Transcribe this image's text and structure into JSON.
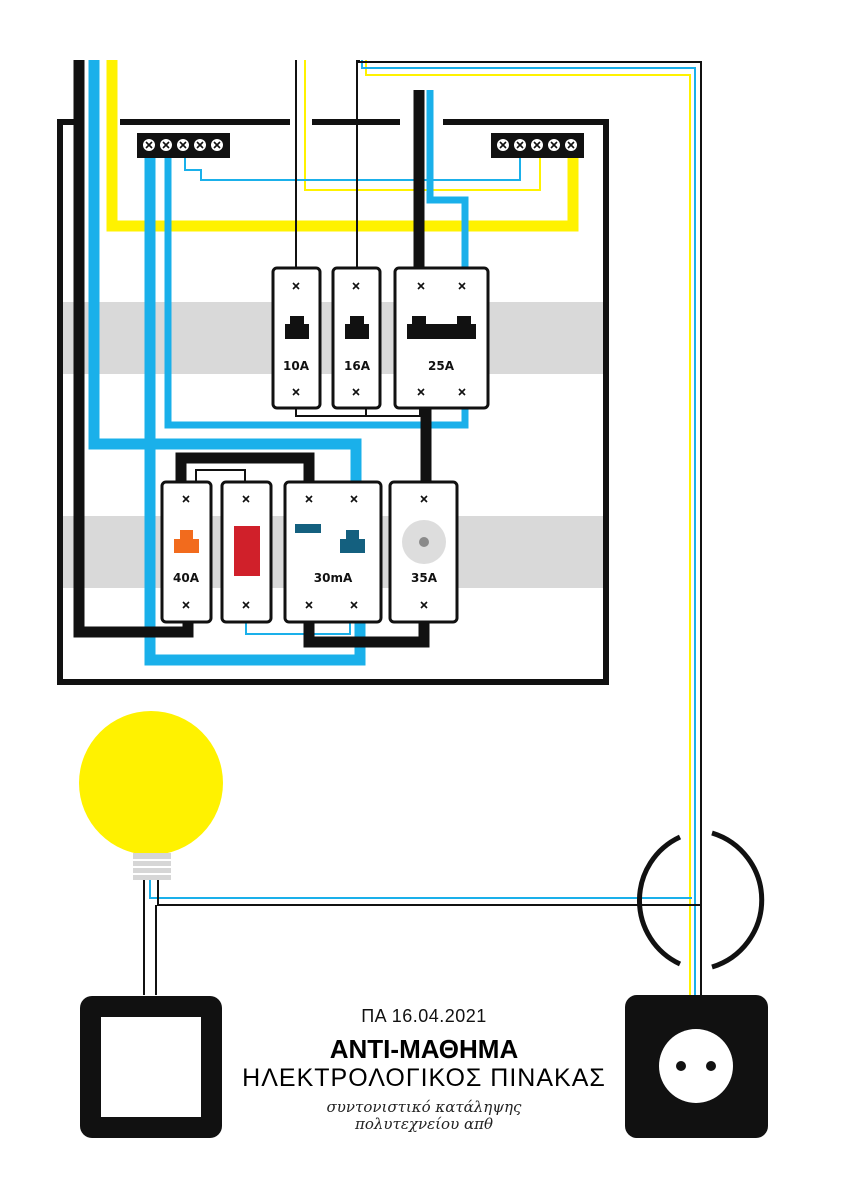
{
  "event": {
    "date": "ΠΑ 16.04.2021",
    "title": "ΑΝΤΙ-ΜΑΘΗΜΑ",
    "subtitle": "ΗΛΕΚΤΡΟΛΟΓΙΚΟΣ ΠΙΝΑΚΑΣ",
    "organizer_line1": "συντονιστικό κατάληψης",
    "organizer_line2": "πολυτεχνείου απθ"
  },
  "breakers": {
    "b10": "10A",
    "b16": "16A",
    "b25": "25A",
    "main40": "40A",
    "rcd30": "30mA",
    "meter35": "35A"
  },
  "icons": {
    "lamp": "light-bulb-icon",
    "switch": "light-switch-icon",
    "socket": "power-socket-icon",
    "junction": "junction-box-icon"
  },
  "colors": {
    "live": "#111111",
    "neutral": "#1ab0ea",
    "earth": "#fff200",
    "rail": "#d9d9d9",
    "main_handle": "#f26b1d",
    "indicator": "#d0202a",
    "rcd_handle": "#14607f"
  }
}
